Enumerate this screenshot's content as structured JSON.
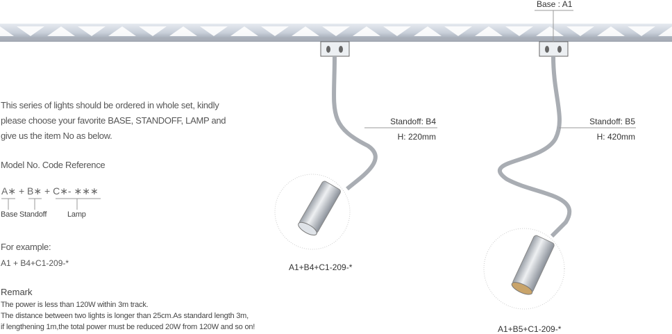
{
  "intro": [
    "This series of lights should be ordered in  whole set, kindly",
    "please choose your favorite BASE, STANDOFF, LAMP and",
    "give us the item No as below."
  ],
  "model_heading": "Model No. Code Reference",
  "code": {
    "base": "A∗",
    "plus1": "+",
    "standoff": "B∗",
    "plus2": "+",
    "lamp": "C∗- ∗∗∗"
  },
  "code_labels": {
    "base": "Base",
    "standoff": "Standoff",
    "lamp": "Lamp"
  },
  "example_heading": "For  example:",
  "example_value": "A1 + B4+C1-209-*",
  "remark": {
    "heading": "Remark",
    "lines": [
      "The power is less than 120W within 3m track.",
      "The distance between two lights is longer than 25cm.As standard length 3m,",
      "if lengthening 1m,the total power must be reduced 20W from 120W and so on!"
    ]
  },
  "base_label": "Base : A1",
  "lamp1": {
    "standoff": "Standoff: B4",
    "height": "H: 220mm",
    "caption": "A1+B4+C1-209-*"
  },
  "lamp2": {
    "standoff": "Standoff: B5",
    "height": "H: 420mm",
    "caption": "A1+B5+C1-209-*"
  }
}
